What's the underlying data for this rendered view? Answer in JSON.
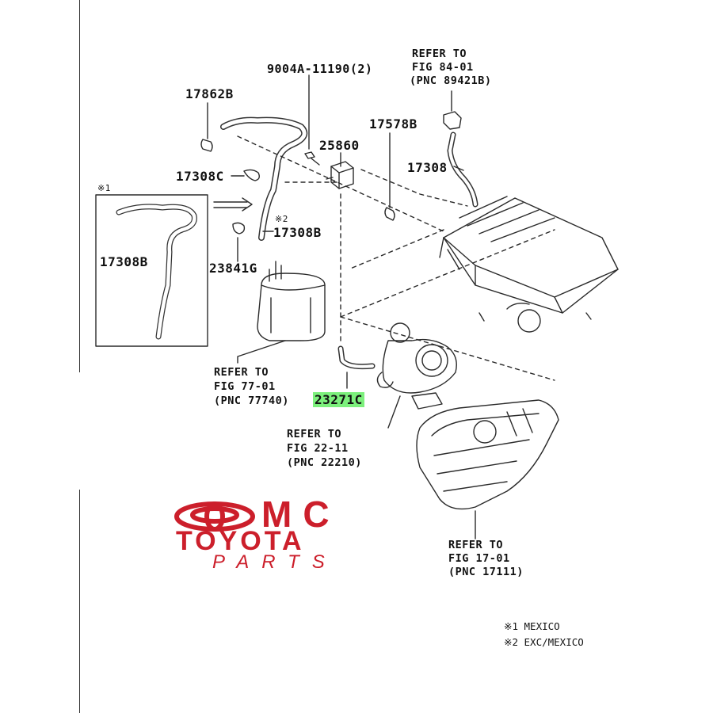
{
  "labels": {
    "bolt": "9004A-11190(2)",
    "ref_84_line1": "REFER TO",
    "ref_84_line2": "FIG 84-01",
    "ref_84_line3": "(PNC 89421B)",
    "clip_17862": "17862B",
    "clip_17578": "17578B",
    "vsv": "25860",
    "hose_17308_right": "17308",
    "clamp_17308c": "17308C",
    "note_mark_1": "※1",
    "note_mark_2": "※2",
    "hose_17308b_mid": "17308B",
    "hose_17308b_left": "17308B",
    "clamp_23841": "23841G",
    "ref_77_line1": "REFER TO",
    "ref_77_line2": "FIG 77-01",
    "ref_77_line3": "(PNC 77740)",
    "highlighted_part": "23271C",
    "ref_22_line1": "REFER TO",
    "ref_22_line2": "FIG 22-11",
    "ref_22_line3": "(PNC 22210)",
    "ref_17_line1": "REFER TO",
    "ref_17_line2": "FIG 17-01",
    "ref_17_line3": "(PNC 17111)",
    "footnote_1": "※1 MEXICO",
    "footnote_2": "※2 EXC/MEXICO"
  },
  "logo": {
    "top": "MC",
    "brand": "TOYOTA",
    "tagline": "PARTS"
  },
  "colors": {
    "line": "#2a2a2a",
    "highlight": "#7cf07c",
    "logo_red": "#cc1f2b"
  }
}
